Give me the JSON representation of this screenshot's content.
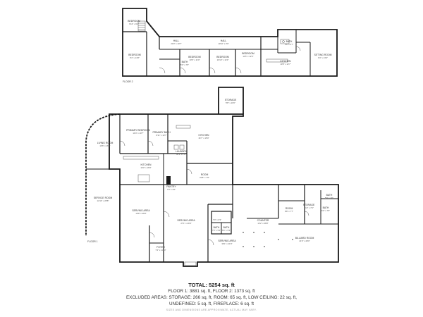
{
  "floors": {
    "floor2_label": "FLOOR 2",
    "floor1_label": "FLOOR 1"
  },
  "rooms": {
    "bedroom_top": {
      "name": "BEDROOM",
      "dims": "9'10\" x 9'1\""
    },
    "bedroom_left": {
      "name": "BEDROOM",
      "dims": "9'4\" x 14'8\""
    },
    "hall_a": {
      "name": "HALL",
      "dims": "20'3\" x 10'7\""
    },
    "hall_b": {
      "name": "HALL",
      "dims": "10'10\" x 3'0\""
    },
    "bath_f2a": {
      "name": "BATH",
      "dims": "5'0\" x 7'6\""
    },
    "bedroom_mid1": {
      "name": "BEDROOM",
      "dims": "10'0\" x 11'0\""
    },
    "bedroom_mid2": {
      "name": "BEDROOM",
      "dims": "10'10\" x 11'0\""
    },
    "bedroom_mid3": {
      "name": "BEDROOM",
      "dims": "11'5\" x 12'4\""
    },
    "bath_f2b": {
      "name": "BATH",
      "dims": "5'6\" x 6'7\""
    },
    "kitchen_f2": {
      "name": "KITCHEN",
      "dims": "10'8\" x 12'7\""
    },
    "sitting_room": {
      "name": "SITTING ROOM",
      "dims": "9'4\" x 13'9\""
    },
    "storage_top": {
      "name": "STORAGE",
      "dims": "5'8\" x 10'0\""
    },
    "primary_bedroom": {
      "name": "PRIMARY BEDROOM",
      "dims": "13'4\" x 10'7\""
    },
    "primary_bath": {
      "name": "PRIMARY BATH",
      "dims": "8'11\" x 10'7\""
    },
    "kitchen_f1": {
      "name": "KITCHEN",
      "dims": "16'7\" x 15'0\""
    },
    "living_room": {
      "name": "LIVING ROOM",
      "dims": "13'6\" x 16'5\""
    },
    "laundry": {
      "name": "LAUNDRY",
      "dims": "10'1\" x 7'8\""
    },
    "kitchen_f1b": {
      "name": "KITCHEN",
      "dims": "16'0\" x 16'9\""
    },
    "room_f1": {
      "name": "ROOM",
      "dims": "22'8\" x 7'8\""
    },
    "pantry": {
      "name": "PANTRY",
      "dims": "7'0\" x 2'6\""
    },
    "service_room": {
      "name": "SERVICE ROOM",
      "dims": "12'10\" x 28'8\""
    },
    "serving_area_a": {
      "name": "SERVING AREA",
      "dims": "19'8\" x 36'8\""
    },
    "serving_area_b": {
      "name": "SERVING AREA",
      "dims": "27'1\" x 29'4\""
    },
    "small_room": {
      "name": "",
      "dims": "7'0\" x 6'3\""
    },
    "bath_f1a": {
      "name": "BATH",
      "dims": "7'5\" x 5'3\""
    },
    "bath_f1b": {
      "name": "BATH",
      "dims": "5'6\" x 5'3\""
    },
    "foyer": {
      "name": "FOYER",
      "dims": "7'4\" x 11'10\""
    },
    "serving_area_c": {
      "name": "SERVING AREA",
      "dims": "39'1\" x 21'9\""
    },
    "counter": {
      "name": "COUNTER",
      "dims": "13'2\" x 38'8\""
    },
    "room_f1b": {
      "name": "ROOM",
      "dims": "8'8\" x 7'7\""
    },
    "storage_f1": {
      "name": "STORAGE",
      "dims": "7'10\" x 7'2\""
    },
    "bath_f1c": {
      "name": "BATH",
      "dims": "5'9\" x 7'6\""
    },
    "bath_f1d": {
      "name": "BATH",
      "dims": "6'0\" x 7'6\""
    },
    "billiard_room": {
      "name": "BILLIARD ROOM",
      "dims": "21'0\" x 29'0\""
    }
  },
  "summary": {
    "total": "TOTAL: 5254 sq. ft",
    "line1": "FLOOR 1: 3881 sq. ft, FLOOR 2: 1373 sq. ft",
    "line2": "EXCLUDED AREAS: STORAGE: 266 sq. ft, ROOM: 65 sq. ft, LOW CEILING: 22 sq. ft,",
    "line3": "UNDEFINED: 5 sq. ft, FIREPLACE: 6 sq. ft",
    "disclaimer": "SIZES AND DIMENSIONS ARE APPROXIMATE, ACTUAL MAY VARY."
  },
  "colors": {
    "wall": "#1a1a1a",
    "background": "#ffffff",
    "text": "#333333",
    "disclaimer": "#999999"
  }
}
